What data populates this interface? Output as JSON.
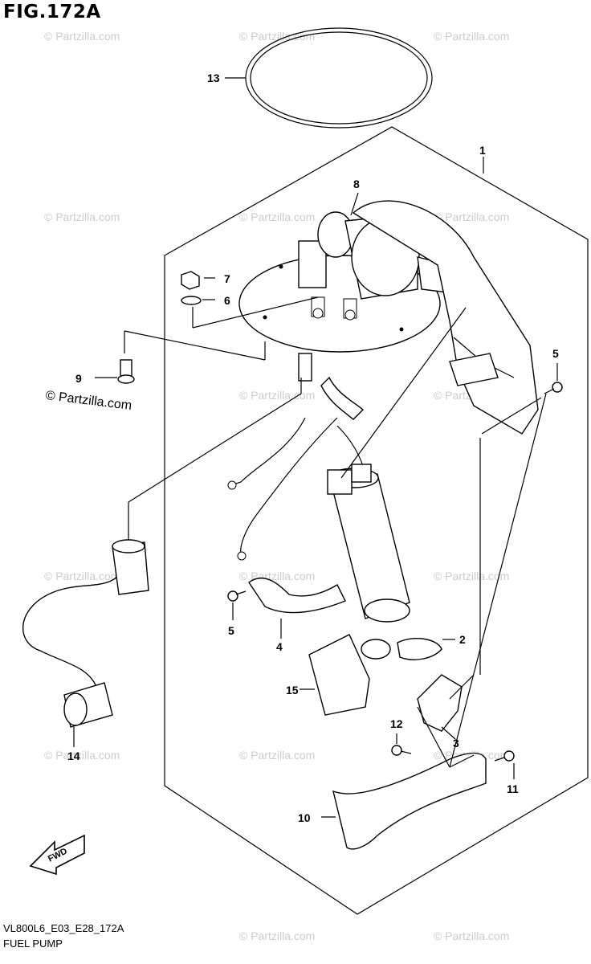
{
  "figure": {
    "title": "FIG.172A"
  },
  "footer": {
    "code": "VL800L6_E03_E28_172A",
    "name": "FUEL PUMP"
  },
  "credit": "© Partzilla.com",
  "watermark": "© Partzilla.com",
  "callouts": [
    "1",
    "2",
    "3",
    "4",
    "5",
    "5",
    "6",
    "7",
    "8",
    "9",
    "10",
    "11",
    "12",
    "13",
    "14",
    "15"
  ]
}
